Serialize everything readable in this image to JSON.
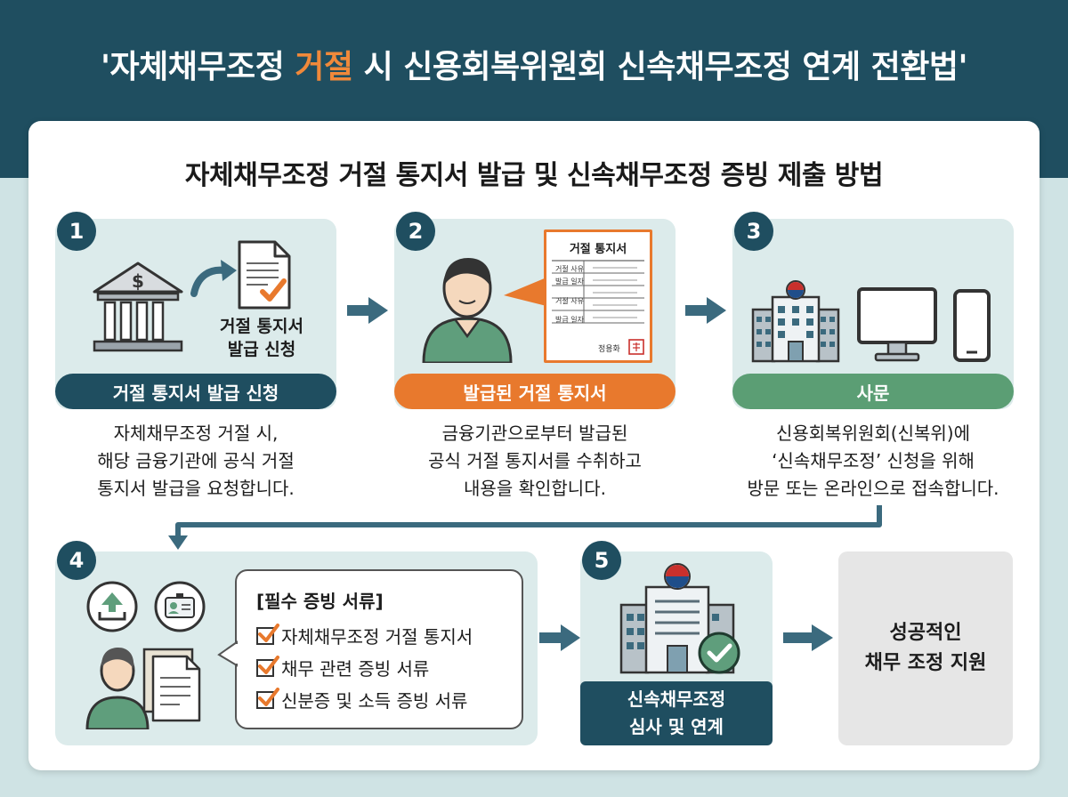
{
  "header": {
    "title_part1": "'자체채무조정 ",
    "title_highlight": "거절",
    "title_part2": " 시 신용회복위원회 신속채무조정 연계 전환법'"
  },
  "subtitle": "자체채무조정 거절 통지서 발급 및 신속채무조정 증빙 제출 방법",
  "colors": {
    "navy": "#1f4e60",
    "orange": "#e8792d",
    "green": "#5b9e74",
    "panel": "#dcebeb"
  },
  "steps": [
    {
      "number": "1",
      "icon_label_line1": "거절 통지서",
      "icon_label_line2": "발급 신청",
      "bar_label": "거절 통지서 발급 신청",
      "desc": [
        "자체채무조정 거절 시,",
        "해당 금융기관에 공식 거절",
        "통지서 발급을 요청합니다."
      ]
    },
    {
      "number": "2",
      "doc_title": "거절 통지서",
      "doc_rows": [
        "거절 사유",
        "발급 일자",
        "거절 사유",
        "발급 일자"
      ],
      "doc_sign": "정용화",
      "bar_label": "발급된 거절 통지서",
      "desc": [
        "금융기관으로부터 발급된",
        "공식 거절 통지서를 수취하고",
        "내용을 확인합니다."
      ]
    },
    {
      "number": "3",
      "bar_label": "사문",
      "desc": [
        "신용회복위원회(신복위)에",
        "‘신속채무조정’ 신청을 위해",
        "방문 또는 온라인으로 접속합니다."
      ]
    },
    {
      "number": "4",
      "req_title": "[필수 증빙 서류]",
      "req_items": [
        "자체채무조정 거절 통지서",
        "채무 관련 증빙 서류",
        "신분증 및 소득 증빙 서류"
      ]
    },
    {
      "number": "5",
      "bar_line1": "신속채무조정",
      "bar_line2": "심사 및 연계"
    }
  ],
  "final": {
    "line1": "성공적인",
    "line2": "채무 조정 지원"
  }
}
